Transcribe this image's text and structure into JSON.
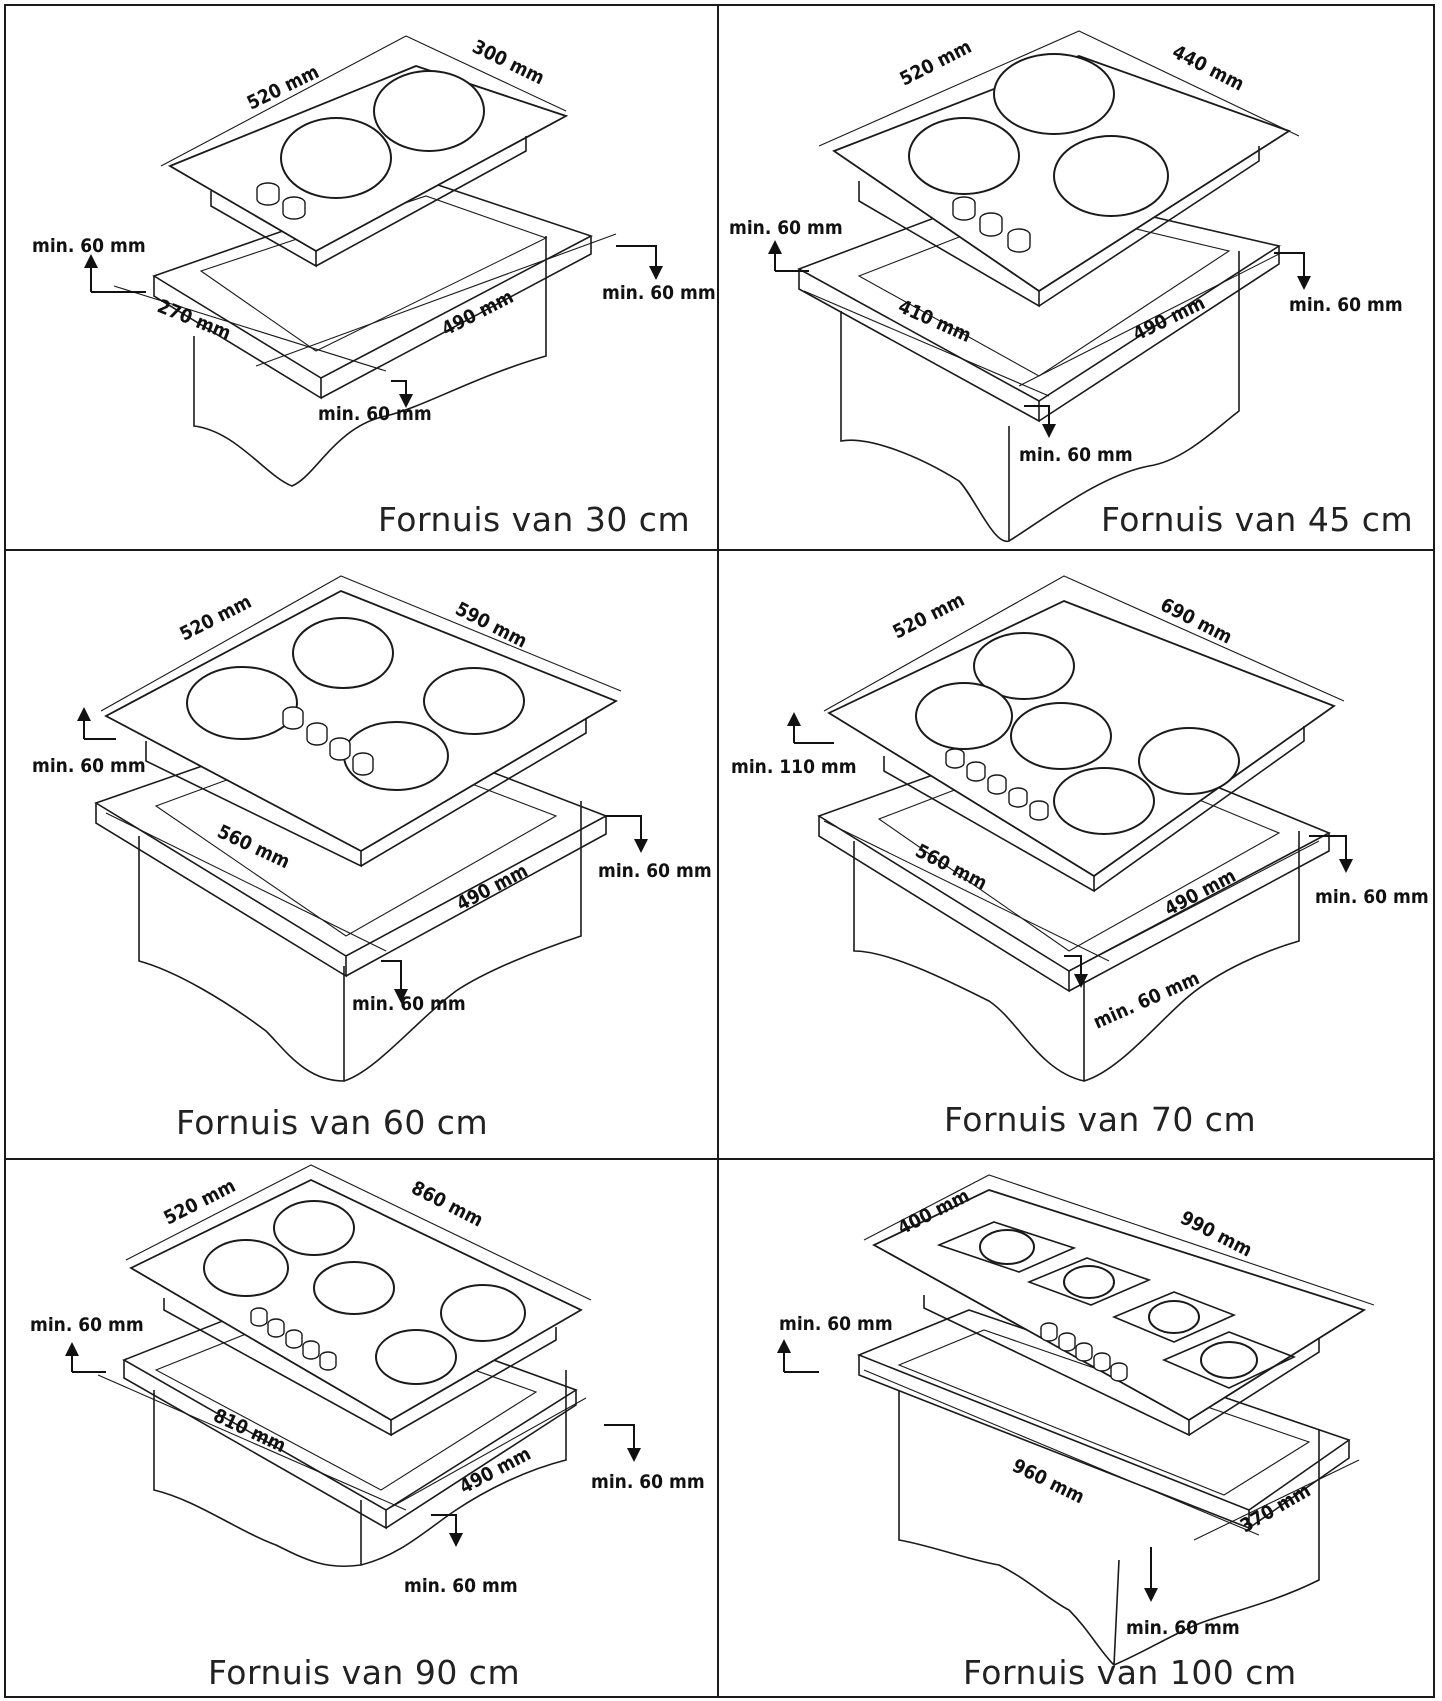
{
  "panels": [
    {
      "caption": "Fornuis van 30 cm",
      "dims": {
        "depth": "520 mm",
        "width": "300 mm",
        "cut_width": "270 mm",
        "cut_depth": "490 mm",
        "clear_left": "min. 60 mm",
        "clear_right": "min. 60 mm",
        "clear_front": "min. 60 mm"
      }
    },
    {
      "caption": "Fornuis van 45 cm",
      "dims": {
        "depth": "520 mm",
        "width": "440 mm",
        "cut_width": "410 mm",
        "cut_depth": "490 mm",
        "clear_left": "min. 60 mm",
        "clear_right": "min. 60 mm",
        "clear_front": "min. 60 mm"
      }
    },
    {
      "caption": "Fornuis van 60 cm",
      "dims": {
        "depth": "520 mm",
        "width": "590 mm",
        "cut_width": "560 mm",
        "cut_depth": "490 mm",
        "clear_left": "min. 60 mm",
        "clear_right": "min. 60 mm",
        "clear_front": "min. 60 mm"
      }
    },
    {
      "caption": "Fornuis van 70 cm",
      "dims": {
        "depth": "520 mm",
        "width": "690 mm",
        "cut_width": "560 mm",
        "cut_depth": "490 mm",
        "clear_left": "min. 110 mm",
        "clear_right": "min. 60 mm",
        "clear_front": "min. 60 mm"
      }
    },
    {
      "caption": "Fornuis van 90 cm",
      "dims": {
        "depth": "520 mm",
        "width": "860 mm",
        "cut_width": "810 mm",
        "cut_depth": "490 mm",
        "clear_left": "min. 60 mm",
        "clear_right": "min. 60 mm",
        "clear_front": "min. 60 mm"
      }
    },
    {
      "caption": "Fornuis van 100 cm",
      "dims": {
        "depth": "400 mm",
        "width": "990 mm",
        "cut_width": "960 mm",
        "cut_depth": "370 mm",
        "clear_left": "min. 60 mm",
        "clear_front": "min. 60 mm"
      }
    }
  ]
}
